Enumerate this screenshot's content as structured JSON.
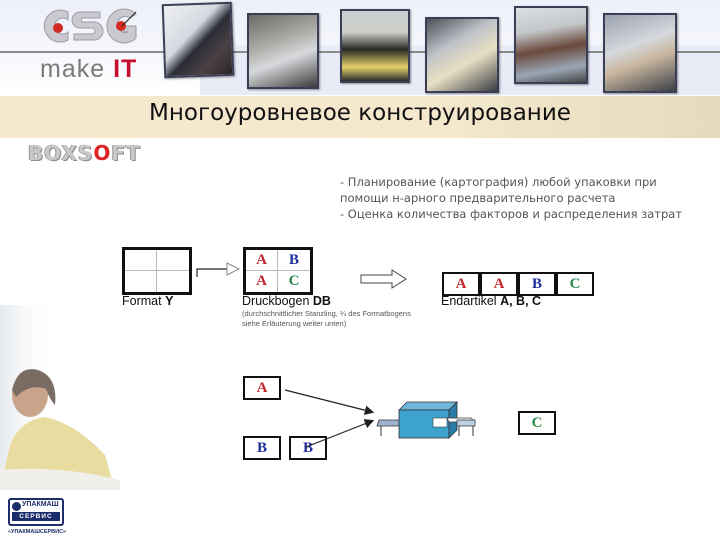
{
  "header": {
    "logo": "CSG",
    "tagline_prefix": "make",
    "tagline_suffix": "IT",
    "photos": [
      "photo-signing-document",
      "photo-woman-thinking",
      "photo-two-people-at-laptop",
      "photo-woman-in-chair",
      "photo-office-team",
      "photo-man-and-woman-meeting"
    ]
  },
  "title": "Многоуровневое конструирование",
  "brand": {
    "boxsoft_prefix": "BOXS",
    "boxsoft_o": "O",
    "boxsoft_suffix": "FT"
  },
  "bullets": [
    "-  Планирование (картография) любой упаковки при",
    "    помощи н-арного предварительного расчета",
    "-  Оценка количества факторов и распределения затрат"
  ],
  "diagram": {
    "format": {
      "label_prefix": "Format",
      "label_bold": "Y"
    },
    "druckbogen": {
      "cells": [
        "A",
        "B",
        "A",
        "C"
      ],
      "label_prefix": "Druckbogen",
      "label_bold": "DB",
      "note_line1": "(durchschnittlicher Stanzling, ¼ des Formatbogens",
      "note_line2": "siehe Erläuterung weiter unten)"
    },
    "endartikel": {
      "cells": [
        "A",
        "A",
        "B",
        "C"
      ],
      "label_prefix": "Endartikel",
      "label_bold": "A, B, C"
    },
    "inputs": {
      "top": "A",
      "bottom": [
        "B",
        "B"
      ]
    },
    "machine": "gluing-machine-icon",
    "output": "C"
  },
  "footer": {
    "logo_line1": "УПАКМАШ",
    "logo_line2": "СЕРВИС",
    "logo_caption": "«УПАКМАШСЕРВИС»"
  },
  "colors": {
    "red": "#c0262c",
    "blue": "#1c2c9c",
    "green": "#2a8a4a",
    "title_band": "#f5e8cd"
  }
}
